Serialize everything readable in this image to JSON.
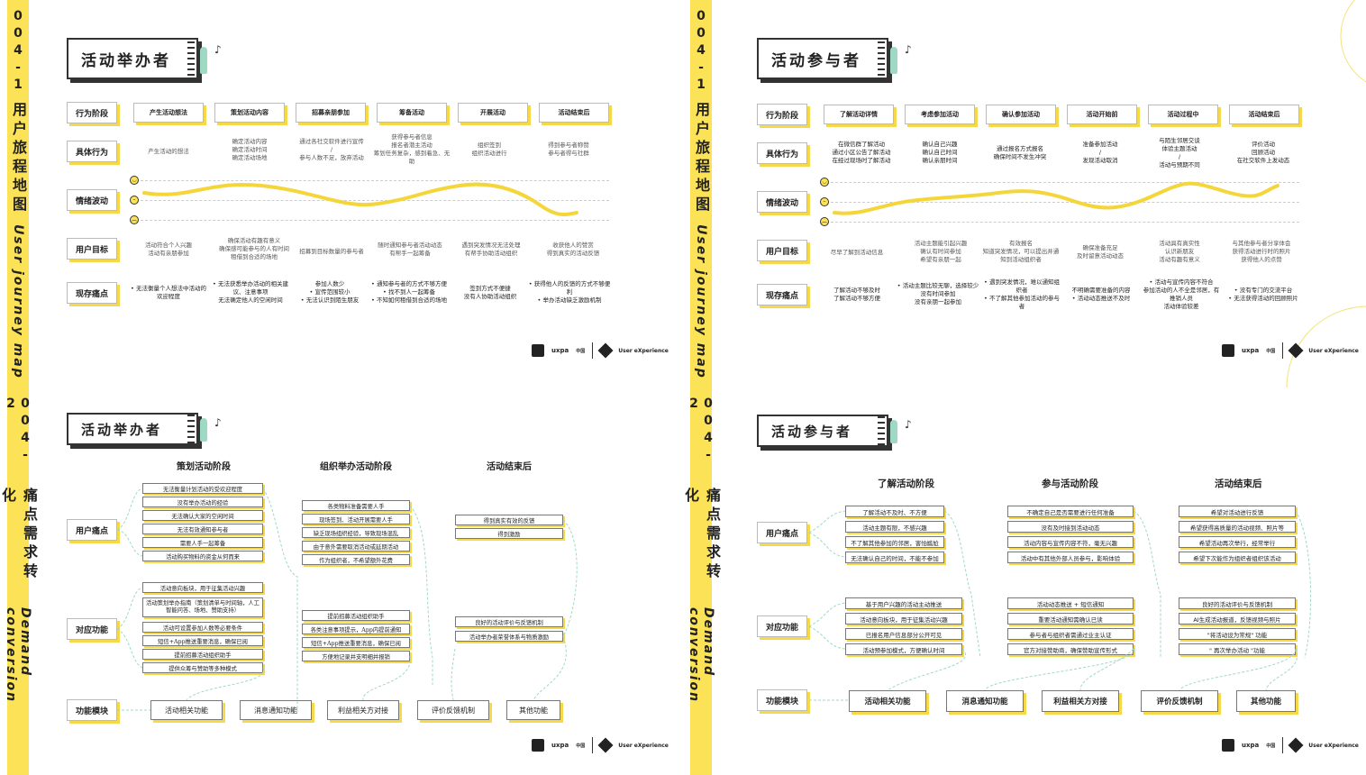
{
  "colors": {
    "accent": "#fbe256",
    "shadow": "#f6d94b",
    "mint": "#9ed9c4",
    "curve": "#f5d63a",
    "connector": "#9fd9c6"
  },
  "sidebars": {
    "p1": {
      "code": "004-1",
      "zh": "用户旅程地图",
      "en": "User journey map"
    },
    "p2": {
      "code": "004-1",
      "zh": "用户旅程地图",
      "en": "User journey map"
    },
    "p3": {
      "code": "004-2",
      "zh": "痛点需求转化",
      "en": "Demand conversion"
    },
    "p4": {
      "code": "004-2",
      "zh": "痛点需求转化",
      "en": "Demand conversion"
    }
  },
  "logos": {
    "uxpa": "uxpa",
    "uxpa_sup": "中国",
    "ux": "User eXperience"
  },
  "journey_organizer": {
    "title": "活动举办者",
    "row_labels": [
      "行为阶段",
      "具体行为",
      "情绪波动",
      "用户目标",
      "现存痛点"
    ],
    "stages": [
      "产生活动想法",
      "策划活动内容",
      "招募亲朋参加",
      "筹备活动",
      "开展活动",
      "活动结束后"
    ],
    "behaviors": [
      "产生活动的想法",
      "确定活动内容\n确定活动时间\n确定活动场地",
      "通过各社交软件进行宣传\n/\n参与人数不足，放弃活动",
      "获得参与者信息\n报名者潜主活动\n筹划任务复杂，感到着急、无助",
      "组织签到\n组织活动进行",
      "得到参与者称赞\n参与者得与社群"
    ],
    "goals": [
      "活动符合个人兴趣\n活动有亲朋参加",
      "确保活动有趣有意义\n确保感可能参与的人有时间\n租借到合适的场地",
      "招募到目标数量的参与者",
      "随时通知参与者活动动态\n有帮手一起筹备",
      "遇到突发情况无法处理\n有帮手协助活动组织",
      "收获他人的赞赏\n得到真实的活动反馈"
    ],
    "pains": [
      "• 无法衡量个人想法中活动的欢迎程度",
      "• 无法获悉举办活动的相关建议、注意事项\n无法确定他人的空闲时间",
      "参加人数少\n• 宣传范围较小\n• 无法认识到陌生朋友",
      "• 通知参与者的方式不够方便\n• 找不到人一起筹备\n• 不知如何租借到合适的场地",
      "签到方式不便捷\n没有人协助活动组织",
      "• 获得他人的反馈的方式不够便利\n• 举办活动缺乏激励机制"
    ]
  },
  "journey_participant": {
    "title": "活动参与者",
    "row_labels": [
      "行为阶段",
      "具体行为",
      "情绪波动",
      "用户目标",
      "现存痛点"
    ],
    "stages": [
      "了解活动详情",
      "考虑参加活动",
      "确认参加活动",
      "活动开始前",
      "活动过程中",
      "活动结束后"
    ],
    "behaviors": [
      "在微信群了解活动\n通过小区公告了解活动\n在经过现场时了解活动",
      "确认自己兴趣\n确认自己时间\n确认亲朋时间",
      "通过报名方式报名\n确保时间不发生冲突",
      "准备参加活动\n/\n发现活动取消",
      "与陌生邻居交谈\n体验主题活动\n/\n活动与预期不同",
      "评价活动\n回顾活动\n在社交软件上发动态"
    ],
    "goals": [
      "尽早了解到活动信息",
      "活动主题能引起兴趣\n确认有时间参加\n希望有亲朋一起",
      "有效报名\n知道突发情况，可以提出并通知到活动组织者",
      "确保准备充足\n及时留意活动动态",
      "活动具有真实性\n认识新朋友\n活动有趣有意义",
      "与其他参与者分享体会\n获得活动进行时的照片\n获得他人的点赞"
    ],
    "pains": [
      "了解活动不够及时\n了解活动不够方便",
      "• 活动主题比较无聊，选择较少\n没有时间参加\n没有亲朋一起参加",
      "• 遇到突发情况，难以通知组织者\n• 不了解其他参加活动的参与者",
      "不明确需要准备的内容\n• 活动动态推送不及时",
      "• 活动与宣传内容不符合\n参加活动的人不全是邻居，有推销人员\n活动体验较差",
      "• 没有专门的交流平台\n• 无法获得活动的回顾照片"
    ]
  },
  "demand_organizer": {
    "title": "活动举办者",
    "row_labels": [
      "用户痛点",
      "对应功能",
      "功能模块"
    ],
    "phases": [
      "策划活动阶段",
      "组织举办活动阶段",
      "活动结束后"
    ],
    "pains": [
      [
        "无法衡量计划活动的受欢迎程度",
        "没有举办活动的经验",
        "无法确认大家的空闲时间",
        "无法有效通知参与者",
        "需要人手一起筹备",
        "活动购买物料的资金从何而来"
      ],
      [
        "各类物料准备需要人手",
        "现场签到、活动开展需要人手",
        "缺乏现场组织经验，导致现场混乱",
        "由于意外需要取消活动或延期活动",
        "作为组织者，不希望额外花费"
      ],
      [
        "得到真实有效的反馈",
        "得到激励"
      ]
    ],
    "functions": [
      [
        "活动意向板块，用于征集活动兴趣",
        "活动策划举办指南（策划清单与时间轴，人工智能问答、场地、赞助支持）",
        "活动可设置参加人数等必要条件",
        "短信+App推送重要消息，确保已阅",
        "提前招募活动组织助手",
        "提供众筹与赞助等多种模式"
      ],
      [
        "提前招募活动组织助手",
        "各类注意事项提示，App内提前通知",
        "短信+App推送重要消息，确保已阅",
        "方便地记录并支明细并报销"
      ],
      [
        "良好的活动评价与反馈机制",
        "活动举办者荣誉体系与物质激励"
      ]
    ],
    "modules": [
      "活动相关功能",
      "消息通知功能",
      "利益相关方对接",
      "评价反馈机制",
      "其他功能"
    ]
  },
  "demand_participant": {
    "title": "活动参与者",
    "row_labels": [
      "用户痛点",
      "对应功能",
      "功能模块"
    ],
    "phases": [
      "了解活动阶段",
      "参与活动阶段",
      "活动结束后"
    ],
    "pains": [
      [
        "了解活动不及时、不方便",
        "活动主题有限，不感兴趣",
        "不了解其他参加的邻居，害怕尴尬",
        "无法确认自己的时间，不能不参加"
      ],
      [
        "不确定自己是否需要进行任何准备",
        "没有及时接到活动动态",
        "活动内容与宣传内容不符，毫无兴趣",
        "活动中有其他外部人员参与，影响体验"
      ],
      [
        "希望对活动进行反馈",
        "希望获得高质量的活动视频、照片等",
        "希望活动再次举行，经常举行",
        "希望下次能作为组织者组织该活动"
      ]
    ],
    "functions": [
      [
        "基于用户兴趣的活动主动推送",
        "活动意向板块，用于征集活动兴趣",
        "已报名用户信息部分公开可见",
        "活动预参加模式，方便确认时间"
      ],
      [
        "活动动态推送 + 短信通知",
        "重要活动通知需确认已读",
        "参与者与组织者需通过业主认证",
        "官方对接赞助商，确保赞助宣传形式"
      ],
      [
        "良好的活动评价与反馈机制",
        "AI生成活动报道，反馈视频与照片",
        "\"将活动设为常规\" 功能",
        "\" 再次举办活动 \"功能"
      ]
    ],
    "modules": [
      "活动相关功能",
      "消息通知功能",
      "利益相关方对接",
      "评价反馈机制",
      "其他功能"
    ]
  }
}
